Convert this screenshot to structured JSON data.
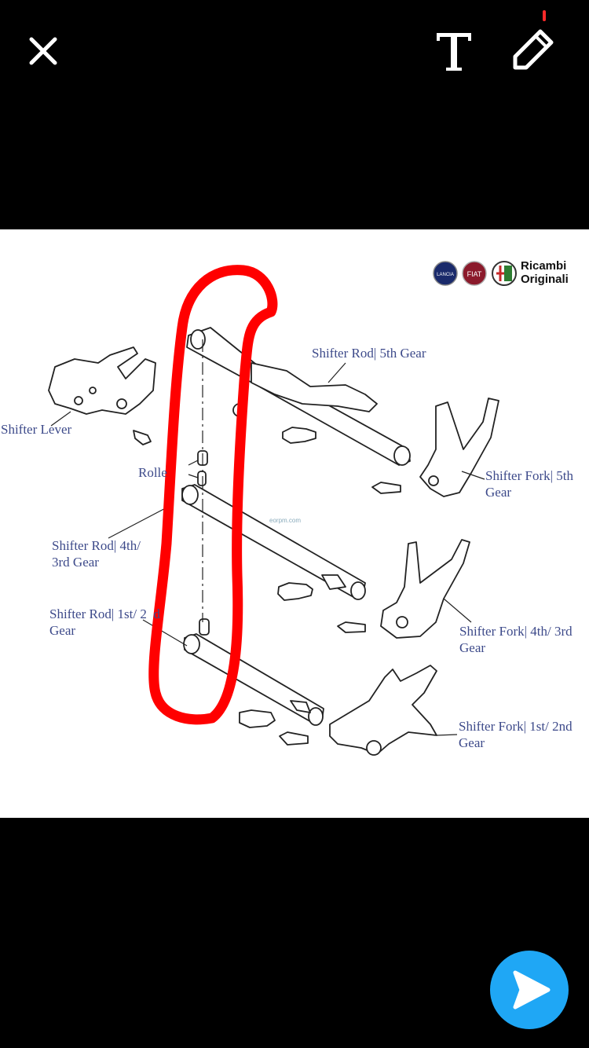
{
  "toolbar": {
    "close_icon": "close-icon",
    "text_icon": "text-tool-icon",
    "pen_icon": "pen-icon",
    "pen_color": "#ff2a2a"
  },
  "image": {
    "brand": {
      "text": "Ricambi\nOriginali",
      "logos": [
        "lancia-logo",
        "fiat-logo",
        "alfa-romeo-logo"
      ]
    },
    "watermark": "eorpm.com",
    "labels": {
      "shifter_lever": "Shifter Lever",
      "roller": "Rolle",
      "shifter_rod_5th": "Shifter Rod| 5th Gear",
      "shifter_fork_5th": "Shifter Fork| 5th\nGear",
      "shifter_rod_4th_3rd": "Shifter Rod| 4th/\n3rd Gear",
      "shifter_rod_1st_2nd": "Shifter Rod| 1st/ 2  d\nGear",
      "shifter_fork_4th_3rd": "Shifter Fork| 4th/ 3rd\nGear",
      "shifter_fork_1st_2nd": "Shifter Fork| 1st/ 2nd\nGear"
    },
    "annotation_color": "#ff0000"
  },
  "send": {
    "icon": "send-arrow-icon",
    "color": "#1fa7f5"
  }
}
